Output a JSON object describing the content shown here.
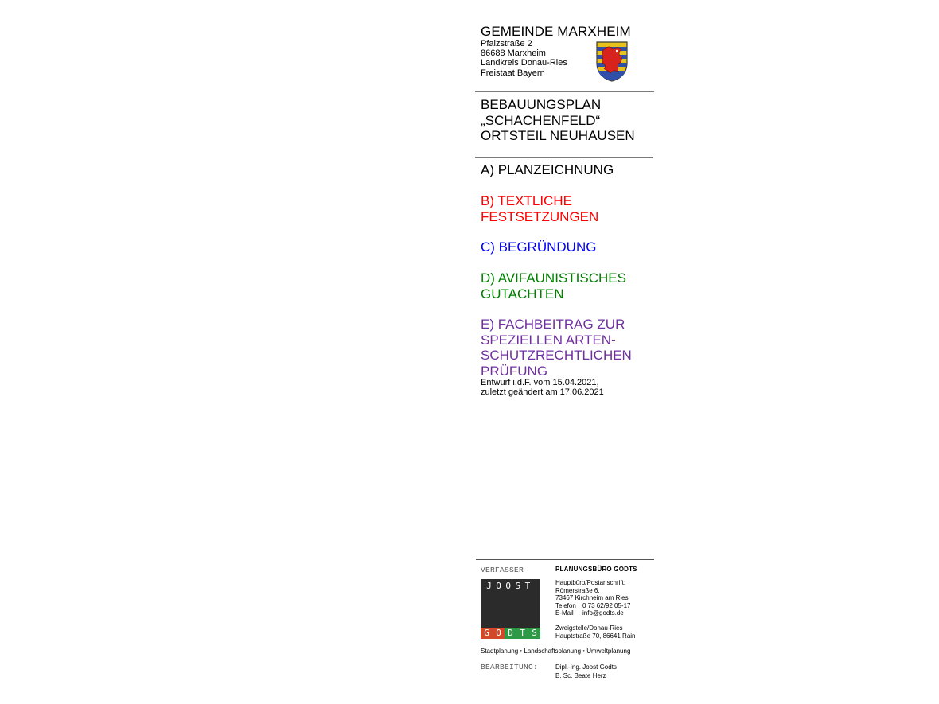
{
  "municipality": {
    "name": "GEMEINDE MARXHEIM",
    "address": [
      "Pfalzstraße 2",
      "86688 Marxheim",
      "Landkreis Donau-Ries",
      "Freistaat Bayern"
    ]
  },
  "plan": {
    "title_lines": [
      "BEBAUUNGSPLAN",
      "„SCHACHENFELD“",
      "ORTSTEIL NEUHAUSEN"
    ]
  },
  "parts": [
    {
      "lines": [
        "A) PLANZEICHNUNG"
      ],
      "color": "#000000"
    },
    {
      "lines": [
        "B) TEXTLICHE",
        "FESTSETZUNGEN"
      ],
      "color": "#ff0000"
    },
    {
      "lines": [
        "C) BEGRÜNDUNG"
      ],
      "color": "#0000ff"
    },
    {
      "lines": [
        "D) AVIFAUNISTISCHES",
        "GUTACHTEN"
      ],
      "color": "#008000"
    },
    {
      "lines": [
        "E) FACHBEITRAG ZUR",
        "SPEZIELLEN ARTEN-",
        "SCHUTZRECHTLICHEN",
        "PRÜFUNG"
      ],
      "color": "#7030a0"
    }
  ],
  "version": [
    "Entwurf i.d.F. vom 15.04.2021,",
    "zuletzt geändert am 17.06.2021"
  ],
  "author": {
    "label": "VERFASSER",
    "office_name": "PLANUNGSBÜRO GODTS",
    "logo_top": "JOOST",
    "logo_bottom": [
      "G",
      "O",
      "D",
      "T",
      "S"
    ],
    "logo_colors": {
      "red": "#d2492a",
      "green": "#2e9a47",
      "dark": "#2b2b2b"
    },
    "hq": {
      "heading": "Hauptbüro/Postanschrift:",
      "street": "Römerstraße 6,",
      "city": "73467 Kirchheim am Ries",
      "phone_label": "Telefon",
      "phone": "0 73 62/92 05-17",
      "email_label": "E-Mail",
      "email": "info@godts.de"
    },
    "branch": {
      "heading": "Zweigstelle/Donau-Ries",
      "address": "Hauptstraße 70, 86641 Rain"
    },
    "services": "Stadtplanung • Landschaftsplanung • Umweltplanung",
    "editor_label": "BEARBEITUNG:",
    "editors": [
      "Dipl.-Ing. Joost Godts",
      "B. Sc. Beate Herz"
    ]
  }
}
